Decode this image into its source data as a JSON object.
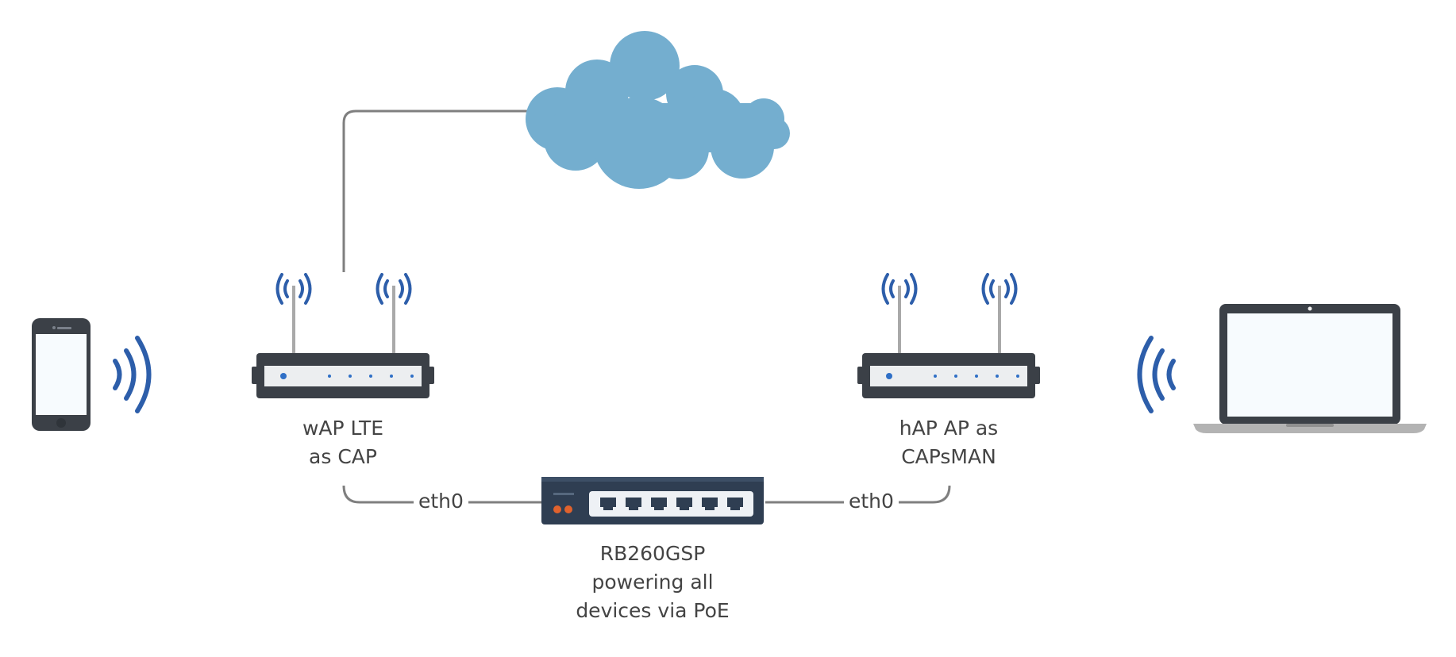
{
  "devices": {
    "wap": {
      "label_lines": [
        "wAP LTE",
        "as CAP"
      ]
    },
    "hap": {
      "label_lines": [
        "hAP AP as",
        "CAPsMAN"
      ]
    },
    "switch": {
      "label_lines": [
        "RB260GSP",
        "powering all",
        "devices via PoE"
      ]
    }
  },
  "links": {
    "left_port": "eth0",
    "right_port": "eth0"
  },
  "colors": {
    "cloud": "#74aecf",
    "wifi_wave": "#2d5eaa",
    "router_body": "#3b4047",
    "router_face": "#eceef0",
    "led": "#2f6fc6",
    "switch_body": "#2f3e52",
    "switch_led": "#e0622d",
    "cable": "#7f7f7f",
    "antenna": "#a9a9a9",
    "text": "#444444"
  },
  "icons": [
    "cloud-icon",
    "router-icon",
    "switch-icon",
    "smartphone-icon",
    "laptop-icon",
    "wifi-signal-icon"
  ]
}
